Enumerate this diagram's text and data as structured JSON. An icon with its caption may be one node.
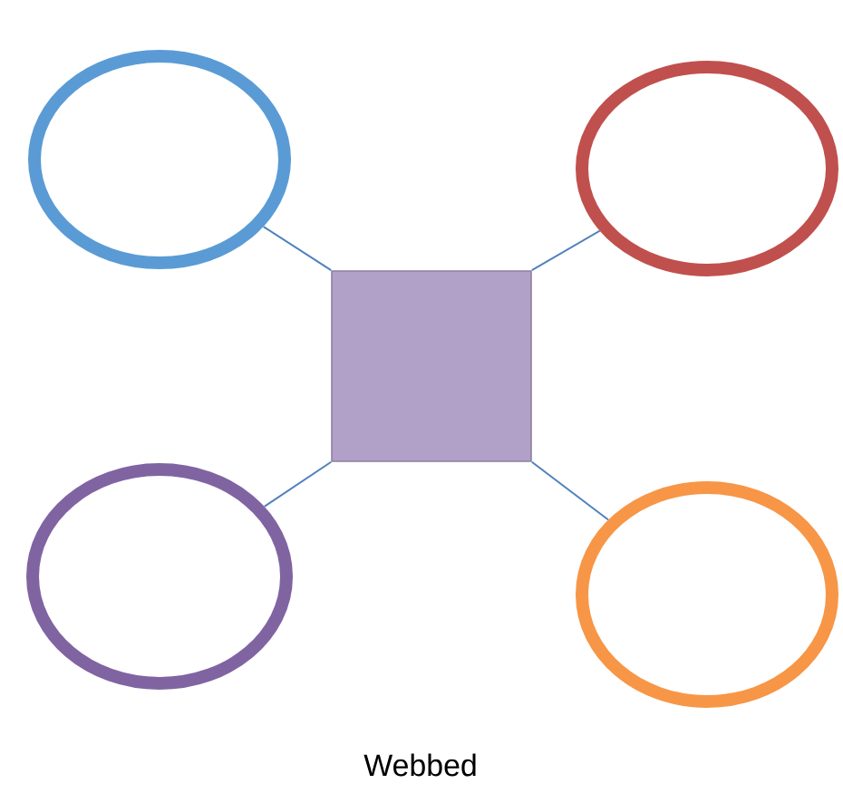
{
  "diagram": {
    "caption": "Webbed",
    "nodes": [
      {
        "text": [],
        "shape": "circle"
      },
      {
        "text": [],
        "shape": "circle"
      },
      {
        "text": [],
        "shape": "box"
      },
      {
        "text": [],
        "shape": "circle"
      },
      {
        "text": [],
        "shape": "circle"
      }
    ],
    "edges": [
      {
        "from": 2,
        "to": 0,
        "arrow": "none"
      },
      {
        "from": 2,
        "to": 1,
        "arrow": "none"
      },
      {
        "from": 2,
        "to": 3,
        "arrow": "none"
      },
      {
        "from": 2,
        "to": 4,
        "arrow": "none"
      }
    ]
  }
}
